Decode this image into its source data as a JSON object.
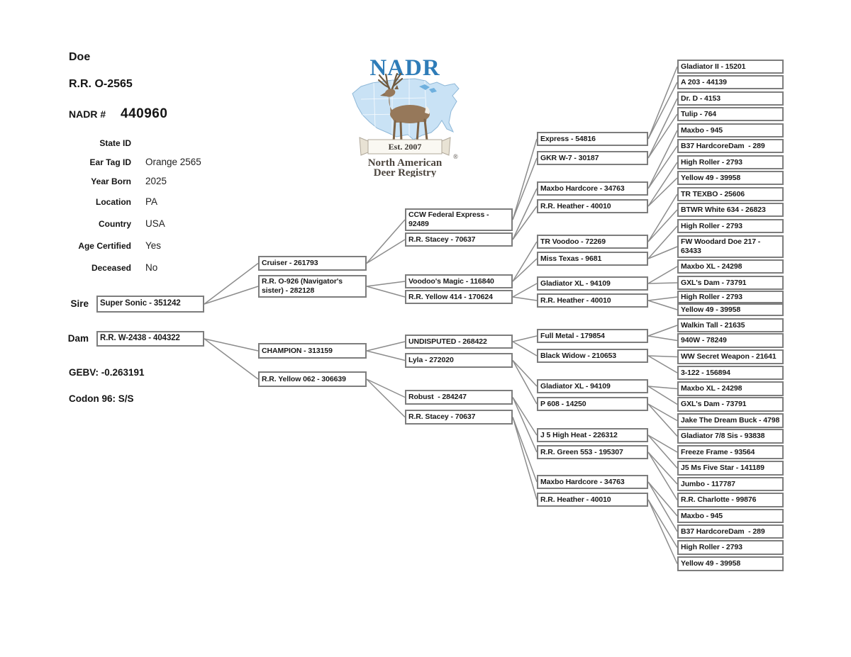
{
  "page": {
    "sex": "Doe",
    "registration": "R.R. O-2565",
    "nadr_label": "NADR #",
    "nadr_number": "440960",
    "gebv": "GEBV: -0.263191",
    "codon": "Codon 96: S/S",
    "sire_label": "Sire",
    "dam_label": "Dam"
  },
  "info_fields": [
    {
      "label": "State ID",
      "value": ""
    },
    {
      "label": "Ear Tag ID",
      "value": "Orange 2565"
    },
    {
      "label": "Year Born",
      "value": "2025"
    },
    {
      "label": "Location",
      "value": "PA"
    },
    {
      "label": "Country",
      "value": "USA"
    },
    {
      "label": "Age Certified",
      "value": "Yes"
    },
    {
      "label": "Deceased",
      "value": "No"
    }
  ],
  "logo": {
    "acronym": "NADR",
    "established": "Est. 2007",
    "name_line1": "North American",
    "name_line2": "Deer Registry",
    "registered_mark": "®",
    "colors": {
      "blue": "#2e7cb8",
      "map": "#c9e2f5",
      "map_line": "#8fb8d8",
      "deer": "#96785a",
      "text": "#4c453e"
    }
  },
  "pedigree": {
    "sire": {
      "name": "Super Sonic - 351242",
      "sire": {
        "name": "Cruiser - 261793",
        "sire": {
          "name": "CCW Federal Express - 92489",
          "sire": {
            "name": "Express - 54816",
            "sire": {
              "name": "Gladiator II - 15201"
            },
            "dam": {
              "name": "A 203 - 44139"
            }
          },
          "dam": {
            "name": "GKR W-7 - 30187",
            "sire": {
              "name": "Dr. D - 4153"
            },
            "dam": {
              "name": "Tulip - 764"
            }
          }
        },
        "dam": {
          "name": "R.R. Stacey - 70637",
          "sire": {
            "name": "Maxbo Hardcore - 34763",
            "sire": {
              "name": "Maxbo - 945"
            },
            "dam": {
              "name": "B37 HardcoreDam  - 289"
            }
          },
          "dam": {
            "name": "R.R. Heather - 40010",
            "sire": {
              "name": "High Roller - 2793"
            },
            "dam": {
              "name": "Yellow 49 - 39958"
            }
          }
        }
      },
      "dam": {
        "name": "R.R. O-926 (Navigator's sister) - 282128",
        "sire": {
          "name": "Voodoo's Magic - 116840",
          "sire": {
            "name": "TR Voodoo - 72269",
            "sire": {
              "name": "TR TEXBO - 25606"
            },
            "dam": {
              "name": "BTWR White 634 - 26823"
            }
          },
          "dam": {
            "name": "Miss Texas - 9681",
            "sire": {
              "name": "High Roller - 2793"
            },
            "dam": {
              "name": "FW Woodard Doe 217 - 63433"
            }
          }
        },
        "dam": {
          "name": "R.R. Yellow 414 - 170624",
          "sire": {
            "name": "Gladiator XL - 94109",
            "sire": {
              "name": "Maxbo XL - 24298"
            },
            "dam": {
              "name": "GXL's Dam - 73791"
            }
          },
          "dam": {
            "name": "R.R. Heather - 40010",
            "sire": {
              "name": "High Roller - 2793"
            },
            "dam": {
              "name": "Yellow 49 - 39958"
            }
          }
        }
      }
    },
    "dam": {
      "name": "R.R. W-2438 - 404322",
      "sire": {
        "name": "CHAMPION - 313159",
        "sire": {
          "name": "UNDISPUTED - 268422",
          "sire": {
            "name": "Full Metal - 179854",
            "sire": {
              "name": "Walkin Tall - 21635"
            },
            "dam": {
              "name": "940W - 78249"
            }
          },
          "dam": {
            "name": "Black Widow - 210653",
            "sire": {
              "name": "WW Secret Weapon - 21641"
            },
            "dam": {
              "name": "3-122 - 156894"
            }
          }
        },
        "dam": {
          "name": "Lyla - 272020",
          "sire": {
            "name": "Gladiator XL - 94109",
            "sire": {
              "name": "Maxbo XL - 24298"
            },
            "dam": {
              "name": "GXL's Dam - 73791"
            }
          },
          "dam": {
            "name": "P 608 - 14250",
            "sire": {
              "name": "Jake The Dream Buck - 4798"
            },
            "dam": {
              "name": "Gladiator 7/8 Sis - 93838"
            }
          }
        }
      },
      "dam": {
        "name": "R.R. Yellow 062 - 306639",
        "sire": {
          "name": "Robust  - 284247",
          "sire": {
            "name": "J 5 High Heat - 226312",
            "sire": {
              "name": "Freeze Frame - 93564"
            },
            "dam": {
              "name": "J5 Ms Five Star - 141189"
            }
          },
          "dam": {
            "name": "R.R. Green 553 - 195307",
            "sire": {
              "name": "Jumbo - 117787"
            },
            "dam": {
              "name": "R.R. Charlotte - 99876"
            }
          }
        },
        "dam": {
          "name": "R.R. Stacey - 70637",
          "sire": {
            "name": "Maxbo Hardcore - 34763",
            "sire": {
              "name": "Maxbo - 945"
            },
            "dam": {
              "name": "B37 HardcoreDam  - 289"
            }
          },
          "dam": {
            "name": "R.R. Heather - 40010",
            "sire": {
              "name": "High Roller - 2793"
            },
            "dam": {
              "name": "Yellow 49 - 39958"
            }
          }
        }
      }
    }
  }
}
